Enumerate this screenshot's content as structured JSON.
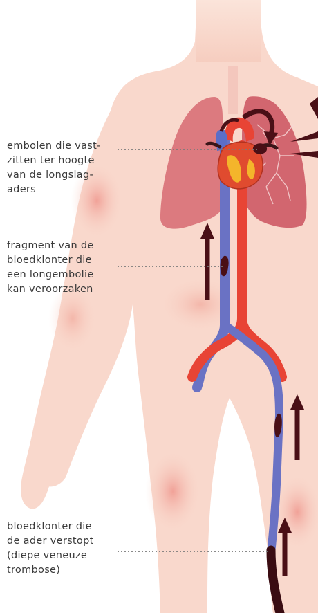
{
  "labels": {
    "pulmonary_embolism": [
      "embolen die vast-",
      "zitten ter hoogte",
      "van de longslag-",
      "aders"
    ],
    "clot_fragment": [
      "fragment van de",
      "bloedklonter die",
      "een longembolie",
      "kan veroorzaken"
    ],
    "dvt": [
      "bloedklonter die",
      "de ader verstopt",
      "(diepe veneuze",
      "trombose)"
    ]
  },
  "colors": {
    "skin": "#f9d8cc",
    "skin_shadow": "#f2a898",
    "vein": "#6a72c4",
    "artery": "#e84435",
    "clot": "#4a0f16",
    "lung": "#d9707a",
    "leader": "#7a7a7a"
  }
}
